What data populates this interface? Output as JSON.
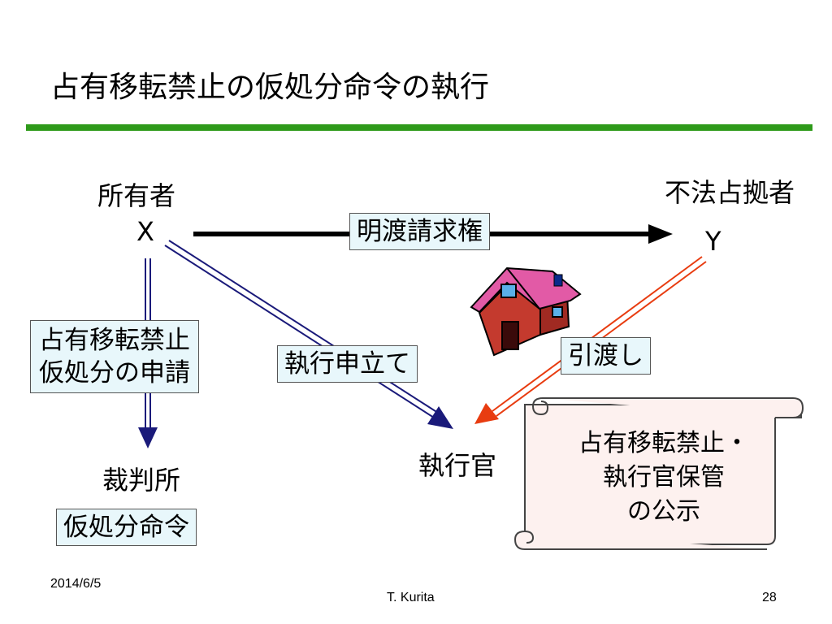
{
  "slide": {
    "title": "占有移転禁止の仮処分命令の執行",
    "accent_color": "#2e9a1a",
    "footer_date": "2014/6/5",
    "footer_author": "T. Kurita",
    "page_number": "28"
  },
  "diagram": {
    "owner_label": "所有者",
    "owner_letter": "X",
    "occupier_label": "不法占拠者",
    "occupier_letter": "Y",
    "claim_label": "明渡請求権",
    "application_line1": "占有移転禁止",
    "application_line2": "仮処分の申請",
    "court_label": "裁判所",
    "order_label": "仮処分命令",
    "enforcement_request_label": "執行申立て",
    "handover_label": "引渡し",
    "bailiff_label": "執行官",
    "notice_line1": "占有移転禁止・",
    "notice_line2": "執行官保管",
    "notice_line3": "の公示",
    "house_icon": "house-icon",
    "scroll_icon": "scroll-icon",
    "arrow_blue_color": "#1a1a7a",
    "arrow_red_color": "#e83c10"
  }
}
